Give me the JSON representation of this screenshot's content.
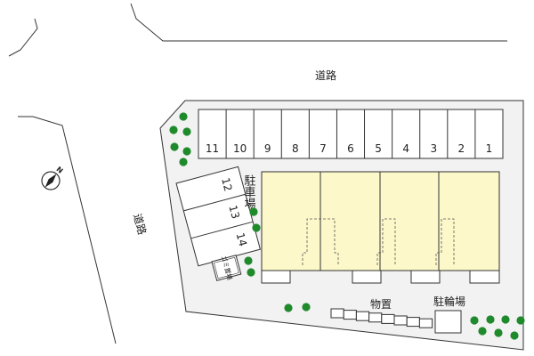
{
  "roads": {
    "north_label": "道路",
    "west_label": "道路"
  },
  "parking": {
    "label": "駐車場",
    "top_row": [
      "11",
      "10",
      "9",
      "8",
      "7",
      "6",
      "5",
      "4",
      "3",
      "2",
      "1"
    ],
    "angled": [
      "12",
      "13",
      "14"
    ]
  },
  "facilities": {
    "garbage_label": "ゴミ置場",
    "storage_label": "物置",
    "bicycle_label": "駐輪場"
  },
  "compass": {
    "label": "N",
    "icon": "north-arrow-icon"
  },
  "colors": {
    "lot": "#f2f2f2",
    "building": "#fdf8c9",
    "tree": "#1f8a2c",
    "line": "#333333"
  },
  "storage_units": 8
}
